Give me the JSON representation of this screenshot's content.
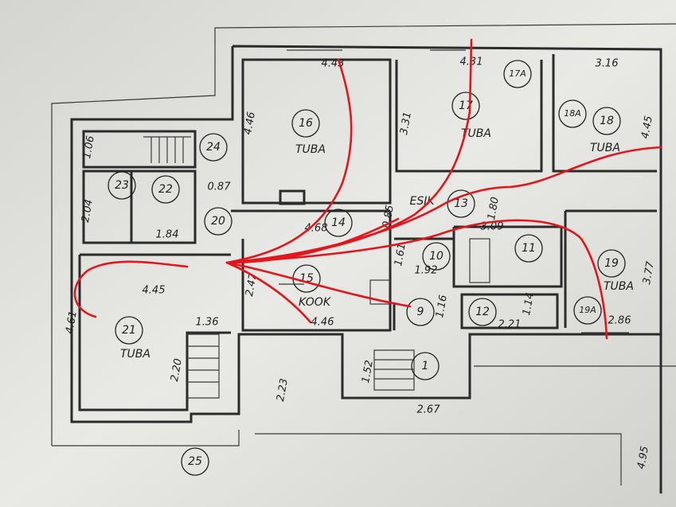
{
  "rooms": [
    "24",
    "23",
    "22",
    "20",
    "16",
    "14",
    "15",
    "17",
    "17A",
    "18A",
    "18",
    "13",
    "10",
    "11",
    "12",
    "9",
    "19",
    "19A",
    "21",
    "25",
    "1"
  ],
  "room_names": {
    "tuba": "TUBA",
    "kook": "KOOK",
    "esik": "ESIK"
  },
  "dimensions": [
    "4.43",
    "4.31",
    "3.16",
    "4.46",
    "3.31",
    "4.45",
    "1.06",
    "0.87",
    "2.04",
    "1.84",
    "4.68",
    "0.85",
    "1.80",
    "3.09",
    "1.61",
    "1.92",
    "4.45",
    "2.47",
    "4.46",
    "1.16",
    "2.21",
    "1.14",
    "3.77",
    "2.86",
    "4.61",
    "1.36",
    "2.20",
    "2.23",
    "1.52",
    "2.67",
    "4.95"
  ],
  "colors": {
    "paper": "#e8e8e5",
    "ink": "#2b2b2b",
    "markup": "#e4161b"
  }
}
